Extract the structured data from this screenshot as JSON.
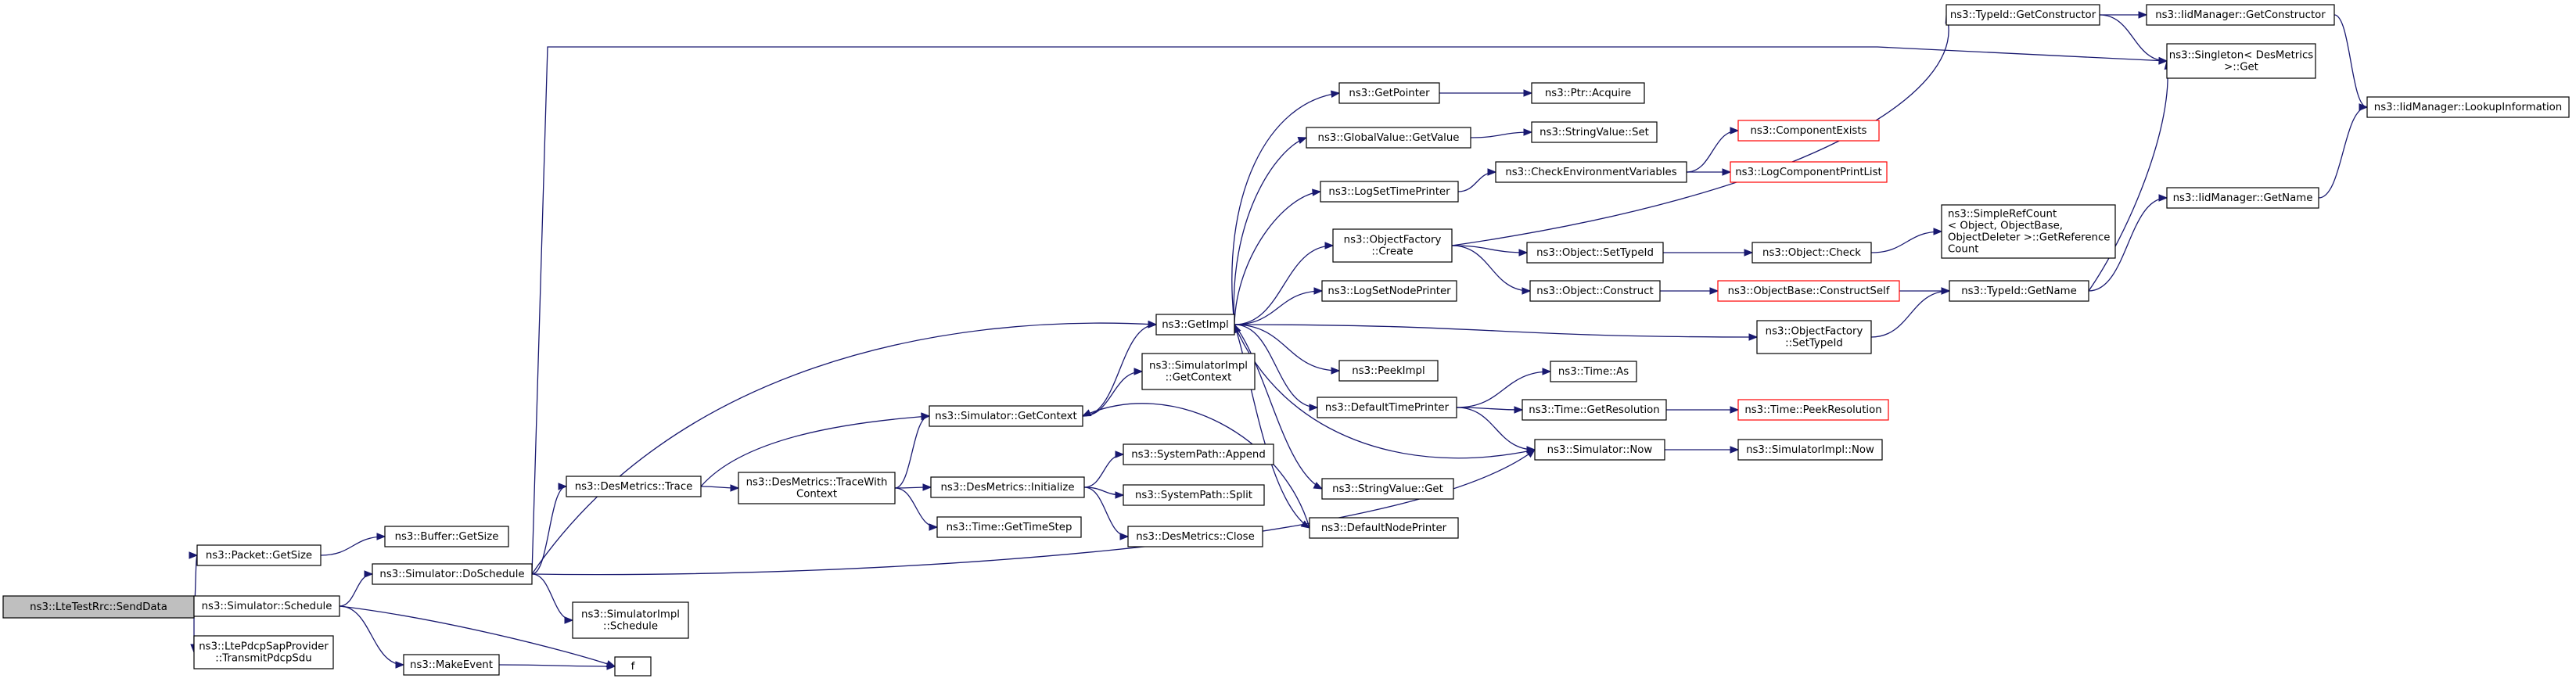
{
  "colors": {
    "edge": "#191970",
    "node_border": "#000000",
    "missing_border": "#ff0000",
    "root_fill": "#bfbfbf"
  },
  "nodes": [
    {
      "id": "n_senddata",
      "lines": [
        "ns3::LteTestRrc::SendData"
      ]
    },
    {
      "id": "n_getsize",
      "lines": [
        "ns3::Packet::GetSize"
      ]
    },
    {
      "id": "n_schedule",
      "lines": [
        "ns3::Simulator::Schedule"
      ]
    },
    {
      "id": "n_transmit",
      "lines": [
        "ns3::LtePdcpSapProvider",
        "::TransmitPdcpSdu"
      ]
    },
    {
      "id": "n_buffer",
      "lines": [
        "ns3::Buffer::GetSize"
      ]
    },
    {
      "id": "n_doschedule",
      "lines": [
        "ns3::Simulator::DoSchedule"
      ]
    },
    {
      "id": "n_makeevent",
      "lines": [
        "ns3::MakeEvent"
      ]
    },
    {
      "id": "n_f",
      "lines": [
        "f"
      ]
    },
    {
      "id": "n_trace",
      "lines": [
        "ns3::DesMetrics::Trace"
      ]
    },
    {
      "id": "n_simimpl_sched",
      "lines": [
        "ns3::SimulatorImpl",
        "::Schedule"
      ]
    },
    {
      "id": "n_tracewith",
      "lines": [
        "ns3::DesMetrics::TraceWith",
        "Context"
      ]
    },
    {
      "id": "n_getcontext",
      "lines": [
        "ns3::Simulator::GetContext"
      ]
    },
    {
      "id": "n_initialize",
      "lines": [
        "ns3::DesMetrics::Initialize"
      ]
    },
    {
      "id": "n_gettimestep",
      "lines": [
        "ns3::Time::GetTimeStep"
      ]
    },
    {
      "id": "n_append",
      "lines": [
        "ns3::SystemPath::Append"
      ]
    },
    {
      "id": "n_split",
      "lines": [
        "ns3::SystemPath::Split"
      ]
    },
    {
      "id": "n_close",
      "lines": [
        "ns3::DesMetrics::Close"
      ]
    },
    {
      "id": "n_simimpl_ctx",
      "lines": [
        "ns3::SimulatorImpl",
        "::GetContext"
      ]
    },
    {
      "id": "n_getimpl",
      "lines": [
        "ns3::GetImpl"
      ]
    },
    {
      "id": "n_getpointer",
      "lines": [
        "ns3::GetPointer"
      ]
    },
    {
      "id": "n_globalvalue",
      "lines": [
        "ns3::GlobalValue::GetValue"
      ]
    },
    {
      "id": "n_logsettime",
      "lines": [
        "ns3::LogSetTimePrinter"
      ]
    },
    {
      "id": "n_objfactory_create",
      "lines": [
        "ns3::ObjectFactory",
        "::Create"
      ]
    },
    {
      "id": "n_logsetnode",
      "lines": [
        "ns3::LogSetNodePrinter"
      ]
    },
    {
      "id": "n_peekimpl",
      "lines": [
        "ns3::PeekImpl"
      ]
    },
    {
      "id": "n_defaulttime",
      "lines": [
        "ns3::DefaultTimePrinter"
      ]
    },
    {
      "id": "n_stringvalue_get",
      "lines": [
        "ns3::StringValue::Get"
      ]
    },
    {
      "id": "n_defaultnode",
      "lines": [
        "ns3::DefaultNodePrinter"
      ]
    },
    {
      "id": "n_ptracquire",
      "lines": [
        "ns3::Ptr::Acquire"
      ]
    },
    {
      "id": "n_stringvalue_set",
      "lines": [
        "ns3::StringValue::Set"
      ]
    },
    {
      "id": "n_checkenv",
      "lines": [
        "ns3::CheckEnvironmentVariables"
      ]
    },
    {
      "id": "n_setypeid",
      "lines": [
        "ns3::Object::SetTypeId"
      ]
    },
    {
      "id": "n_construct",
      "lines": [
        "ns3::Object::Construct"
      ]
    },
    {
      "id": "n_timeas",
      "lines": [
        "ns3::Time::As"
      ]
    },
    {
      "id": "n_getresolution",
      "lines": [
        "ns3::Time::GetResolution"
      ]
    },
    {
      "id": "n_simnow",
      "lines": [
        "ns3::Simulator::Now"
      ]
    },
    {
      "id": "n_objfactory_settypeid",
      "lines": [
        "ns3::ObjectFactory",
        "::SetTypeId"
      ]
    },
    {
      "id": "n_compexists",
      "lines": [
        "ns3::ComponentExists"
      ],
      "missing": true
    },
    {
      "id": "n_logcomplist",
      "lines": [
        "ns3::LogComponentPrintList"
      ],
      "missing": true
    },
    {
      "id": "n_objcheck",
      "lines": [
        "ns3::Object::Check"
      ]
    },
    {
      "id": "n_constructself",
      "lines": [
        "ns3::ObjectBase::ConstructSelf"
      ],
      "missing": true
    },
    {
      "id": "n_peekresolution",
      "lines": [
        "ns3::Time::PeekResolution"
      ],
      "missing": true
    },
    {
      "id": "n_simimpl_now",
      "lines": [
        "ns3::SimulatorImpl::Now"
      ]
    },
    {
      "id": "n_typeid_getconstructor",
      "lines": [
        "ns3::TypeId::GetConstructor"
      ]
    },
    {
      "id": "n_singleton",
      "lines": [
        "ns3::Singleton< DesMetrics",
        " >::Get"
      ]
    },
    {
      "id": "n_simplerefcount",
      "lines": [
        "ns3::SimpleRefCount",
        "< Object, ObjectBase,",
        " ObjectDeleter >::GetReference",
        "Count"
      ]
    },
    {
      "id": "n_typeid_getname",
      "lines": [
        "ns3::TypeId::GetName"
      ]
    },
    {
      "id": "n_iid_getconstructor",
      "lines": [
        "ns3::IidManager::GetConstructor"
      ]
    },
    {
      "id": "n_iid_getname",
      "lines": [
        "ns3::IidManager::GetName"
      ]
    },
    {
      "id": "n_iid_lookup",
      "lines": [
        "ns3::IidManager::LookupInformation"
      ]
    }
  ]
}
